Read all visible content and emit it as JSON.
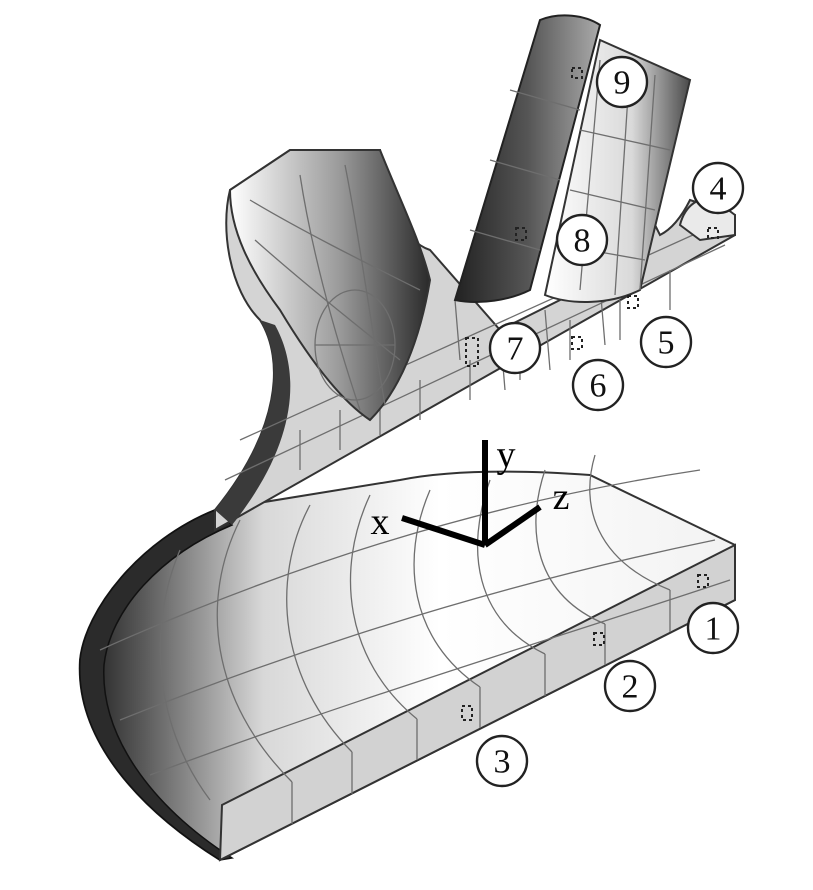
{
  "axes": {
    "x": "x",
    "y": "y",
    "z": "z"
  },
  "markers": [
    "1",
    "2",
    "3",
    "4",
    "5",
    "6",
    "7",
    "8",
    "9"
  ]
}
